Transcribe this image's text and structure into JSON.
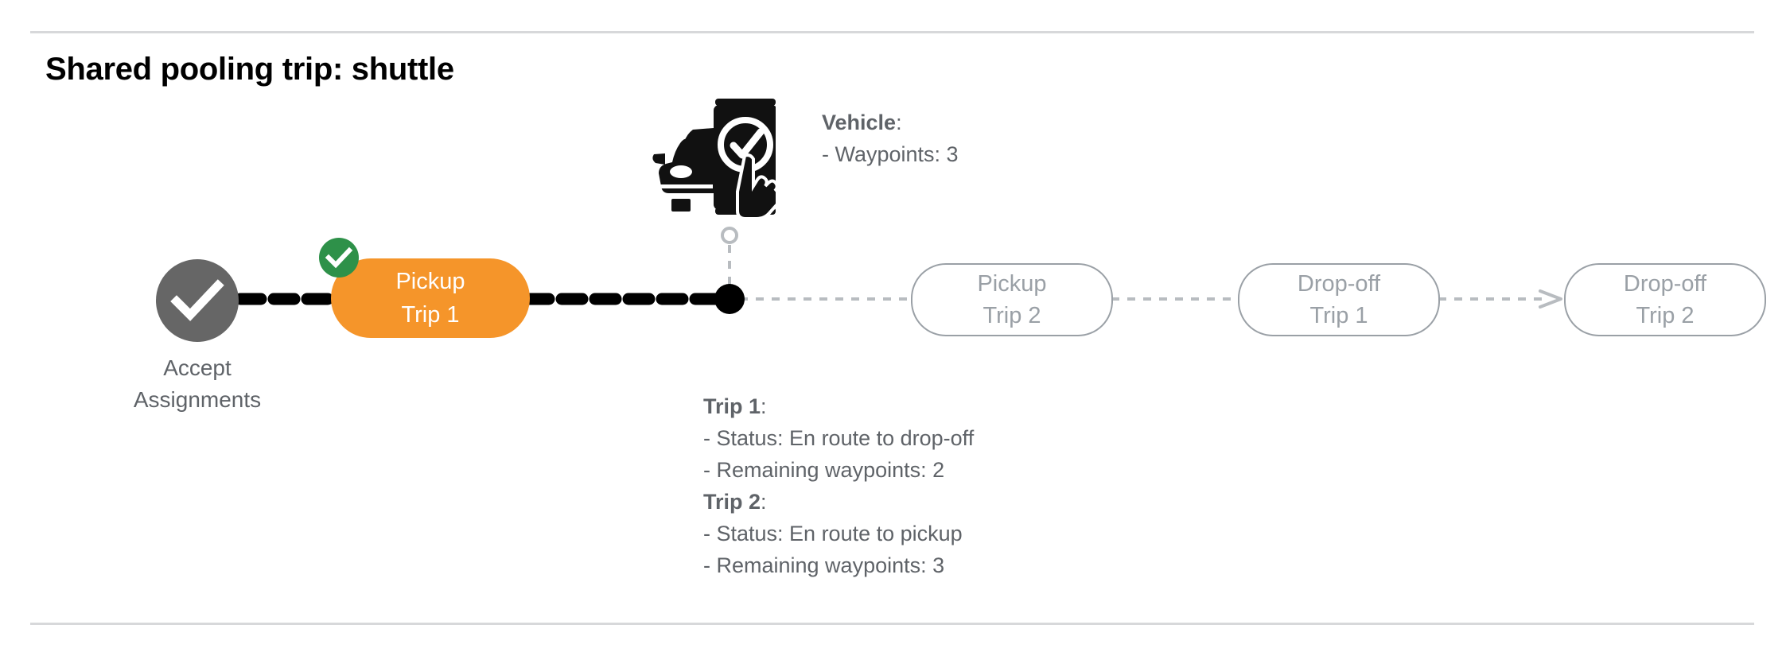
{
  "page": {
    "title": "Shared pooling trip: shuttle"
  },
  "colors": {
    "accent_orange": "#f5952a",
    "badge_green": "#2e9149",
    "node_gray": "#666666",
    "outline_gray": "#9aa0a6",
    "text_gray": "#5f6368",
    "divider_gray": "#d7d8da",
    "track_black": "#000000"
  },
  "flow": {
    "start_node": {
      "icon": "check-circle-icon",
      "label_line1": "Accept",
      "label_line2": "Assignments",
      "state": "completed"
    },
    "active_node": {
      "line1": "Pickup",
      "line2": "Trip 1",
      "badge_icon": "check-badge-icon",
      "state": "completed-active"
    },
    "upcoming_nodes": [
      {
        "line1": "Pickup",
        "line2": "Trip 2",
        "state": "upcoming"
      },
      {
        "line1": "Drop-off",
        "line2": "Trip 1",
        "state": "upcoming"
      },
      {
        "line1": "Drop-off",
        "line2": "Trip 2",
        "state": "upcoming"
      }
    ],
    "current_position_marker": {
      "icon": "vehicle-position-dot",
      "connector_icon": "vehicle-connector-line"
    }
  },
  "vehicle_annotation": {
    "heading": "Vehicle",
    "heading_colon": ":",
    "rows": [
      "- Waypoints: 3"
    ]
  },
  "trip_annotation": {
    "groups": [
      {
        "heading": "Trip 1",
        "heading_colon": ":",
        "rows": [
          "- Status:  En route to drop-off",
          "- Remaining waypoints: 2"
        ]
      },
      {
        "heading": "Trip 2",
        "heading_colon": ":",
        "rows": [
          "- Status:  En route to pickup",
          "- Remaining waypoints: 3"
        ]
      }
    ]
  },
  "vehicle_icon": {
    "name": "vehicle-app-check-icon",
    "description": "car with smartphone showing checkmark and tapping hand"
  }
}
